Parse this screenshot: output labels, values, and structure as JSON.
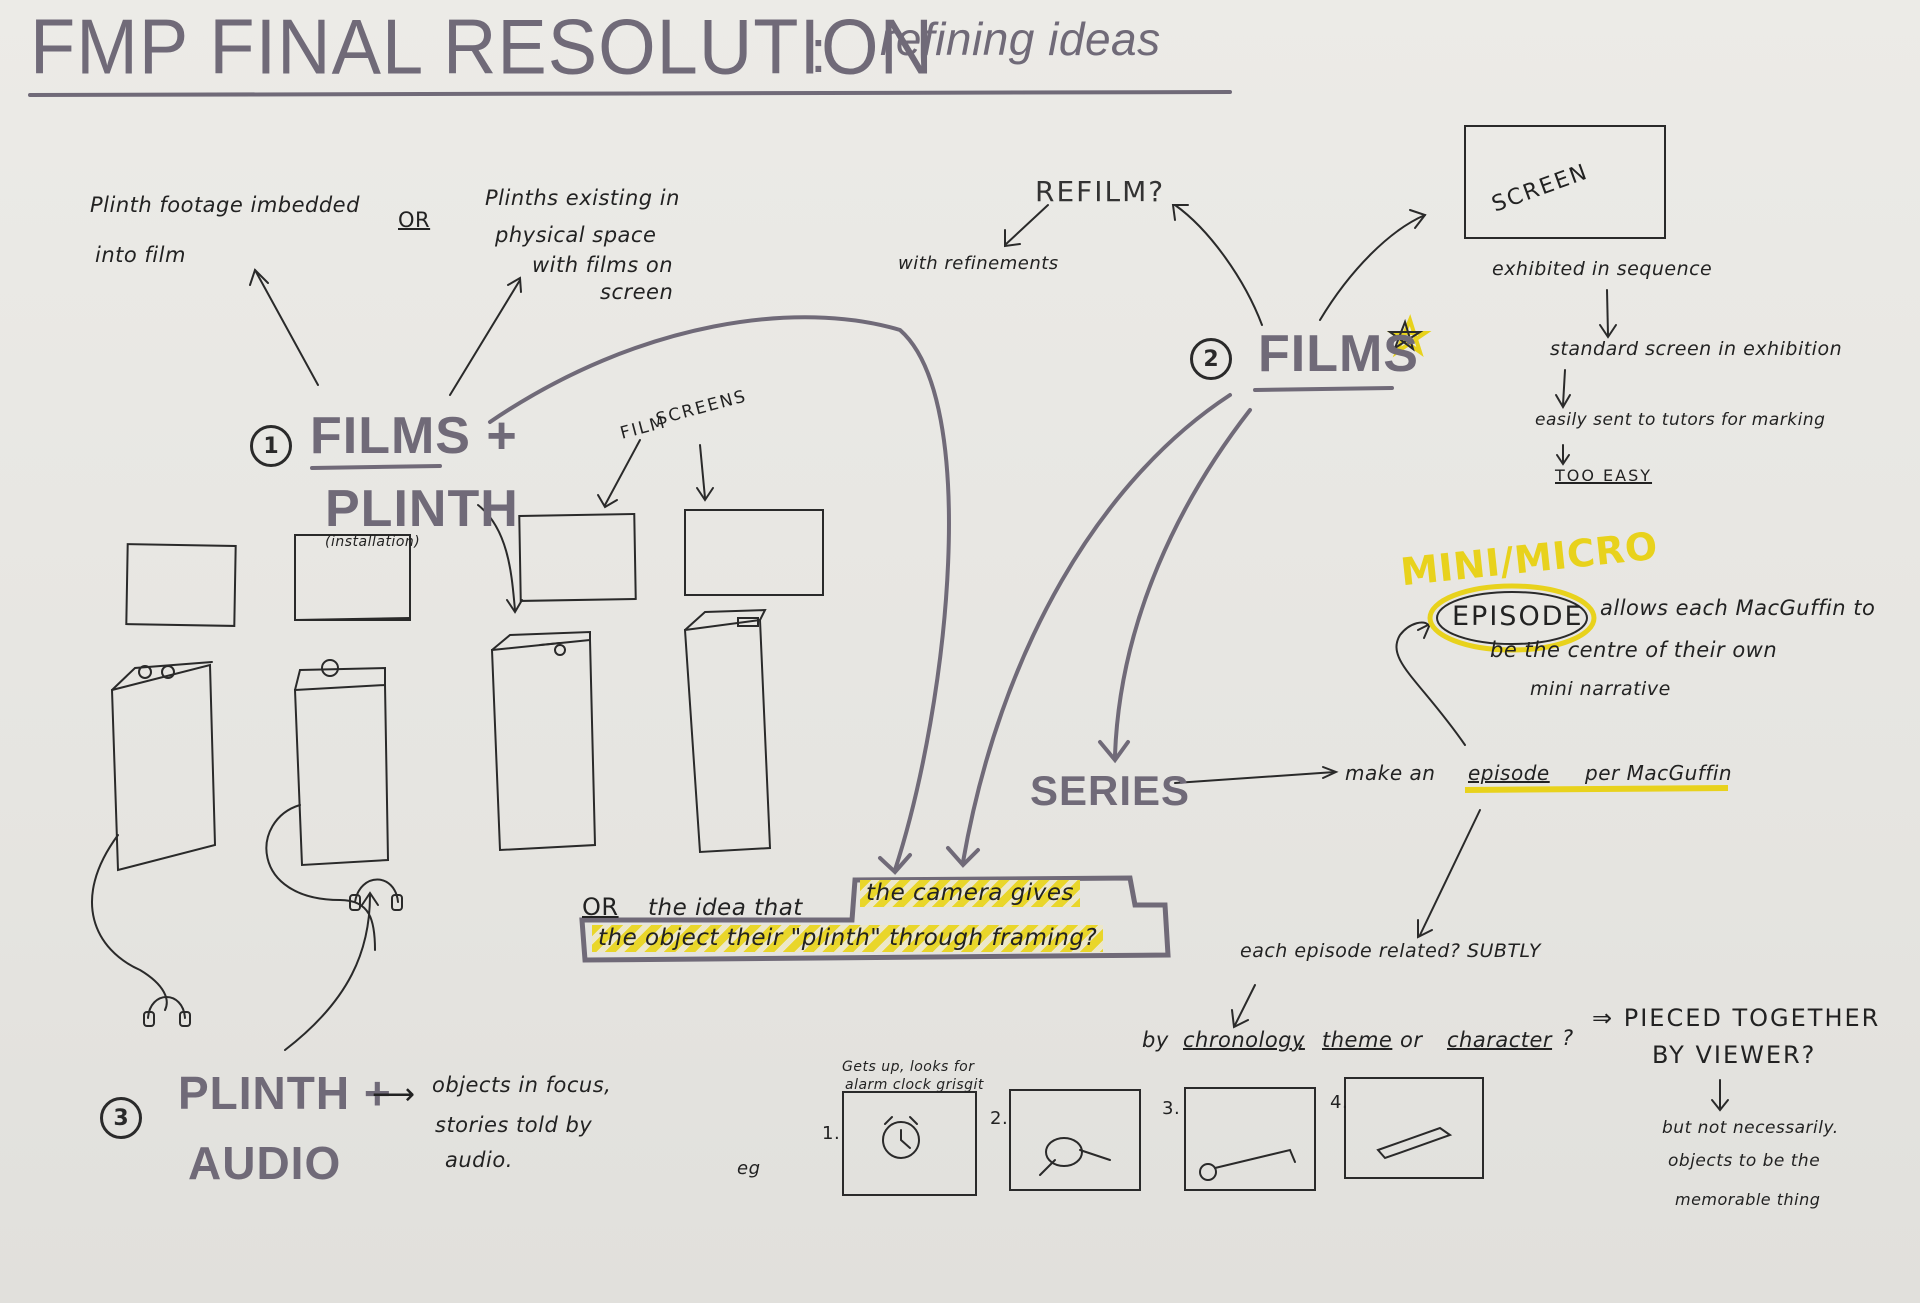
{
  "title": {
    "main": "FMP FINAL RESOLUTION",
    "colon": ":",
    "sub": "refining ideas"
  },
  "option1": {
    "number": "1",
    "heading_line1": "FILMS +",
    "heading_line2": "PLINTH",
    "sub": "(installation)",
    "left_note_line1": "Plinth footage imbedded",
    "left_note_line2": "into film",
    "or": "OR",
    "right_note_line1": "Plinths existing in",
    "right_note_line2": "physical space",
    "right_note_line3": "with films on",
    "right_note_line4": "screen",
    "screens_label_line1": "FILM",
    "screens_label_line2": "SCREENS"
  },
  "option2": {
    "number": "2",
    "heading": "FILMS",
    "star": "☆",
    "refilm": "REFILM?",
    "refilm_note": "with refinements",
    "screen_label": "SCREEN",
    "chain_1": "exhibited in sequence",
    "chain_2": "standard screen in exhibition",
    "chain_3": "easily sent to tutors for marking",
    "chain_4": "TOO EASY",
    "mini": "MINI/MICRO",
    "episode": "EPISODE",
    "episode_note_line1": "allows each MacGuffin to",
    "episode_note_line2": "be the centre of their own",
    "episode_note_line3": "mini narrative",
    "series": "SERIES",
    "series_note_prefix": "make an",
    "series_note_episode": "episode",
    "series_note_suffix": "per MacGuffin",
    "related": "each episode related? SUBTLY",
    "by_prefix": "by",
    "by_chronology": "chronology",
    "by_comma": ",",
    "by_theme": "theme",
    "by_or": "or",
    "by_character": "character",
    "by_q": "?",
    "pieced_line1": "⇒ PIECED TOGETHER",
    "pieced_line2": "BY VIEWER?",
    "not_necessarily_line1": "but not necessarily.",
    "not_necessarily_line2": "objects to be the",
    "not_necessarily_line3": "memorable thing",
    "eg": "eg",
    "storyboard_caption_line1": "Gets up, looks for",
    "storyboard_caption_line2": "alarm clock grisgit",
    "panels": [
      "1.",
      "2.",
      "3.",
      "4."
    ]
  },
  "camera_idea": {
    "or": "OR",
    "line1_plain": "the idea that",
    "line1_hl": "the camera gives",
    "line2_hl": "the object their \"plinth\" through framing?"
  },
  "option3": {
    "number": "3",
    "heading_line1": "PLINTH +",
    "heading_line2": "AUDIO",
    "arrow": "⟶",
    "note_line1": "objects in focus,",
    "note_line2": "stories told by",
    "note_line3": "audio."
  },
  "colors": {
    "ink": "#2a2a2a",
    "pencil_gray": "#706a78",
    "highlighter": "#e8d21c"
  }
}
